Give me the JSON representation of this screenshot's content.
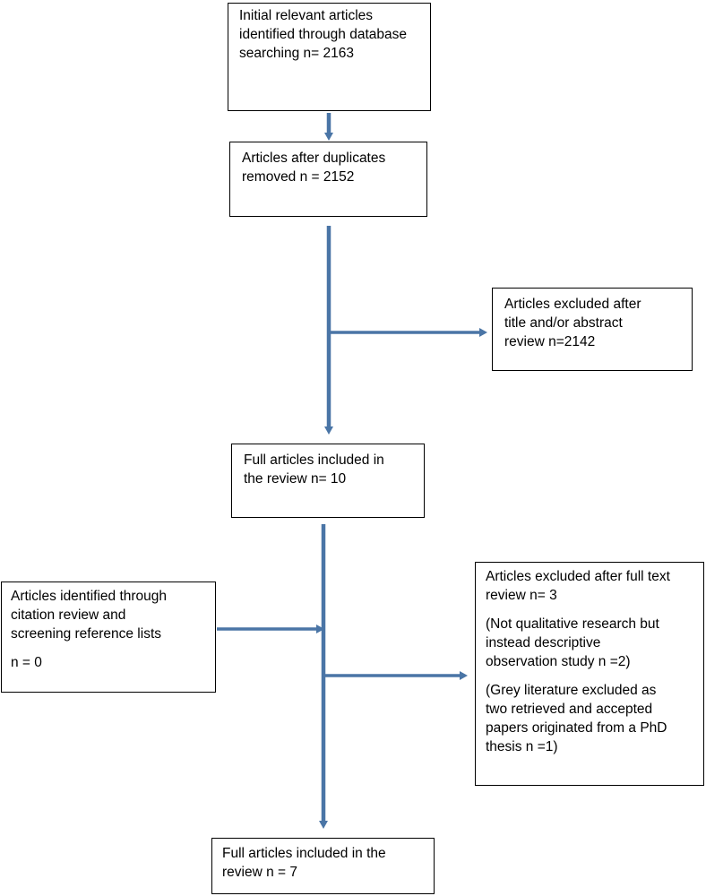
{
  "diagram": {
    "boxes": {
      "identified": {
        "text": "Initial relevant articles\nidentified through database\nsearching n= 2163"
      },
      "duplicates_removed": {
        "text": "Articles after duplicates\nremoved n = 2152"
      },
      "excluded_title_abstract": {
        "text": "Articles excluded after\ntitle and/or abstract\nreview n=2142"
      },
      "full_articles_included": {
        "text": "Full articles included in\nthe review n= 10"
      },
      "citation_review": {
        "line1": "Articles identified through\ncitation review and\nscreening reference lists",
        "line2": "n = 0"
      },
      "excluded_full_text": {
        "line1": "Articles excluded after full text\nreview n= 3",
        "line2": "(Not qualitative research but\ninstead descriptive\nobservation study n =2)",
        "line3": "(Grey literature excluded as\ntwo  retrieved and accepted\npapers originated from a PhD\nthesis n =1)"
      },
      "final_included": {
        "text": "Full articles included in the\nreview n = 7"
      }
    },
    "colors": {
      "arrow": "#4a75a6",
      "box_border": "#000000"
    }
  }
}
